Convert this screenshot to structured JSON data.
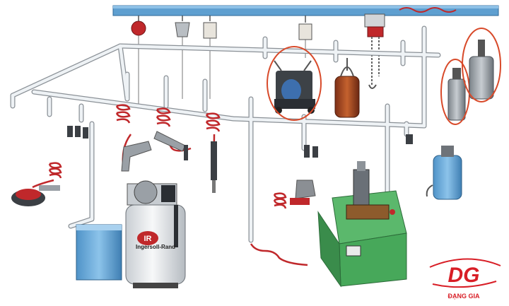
{
  "compressor": {
    "badge": "IR",
    "brand": "Ingersoll-Rand"
  },
  "logo": {
    "initials": "DG",
    "name": "ĐẠNG GIA"
  },
  "colors": {
    "pipe": "#e9eef2",
    "pipe_edge": "#8a9096",
    "rail": "#5e9fd0",
    "hose": "#c0282b",
    "highlight": "#d84a2a",
    "dryer": "#6aaee0",
    "compressor_tank": "#eef0f2",
    "machine": "#47a85a",
    "logo_red": "#d81e26"
  }
}
